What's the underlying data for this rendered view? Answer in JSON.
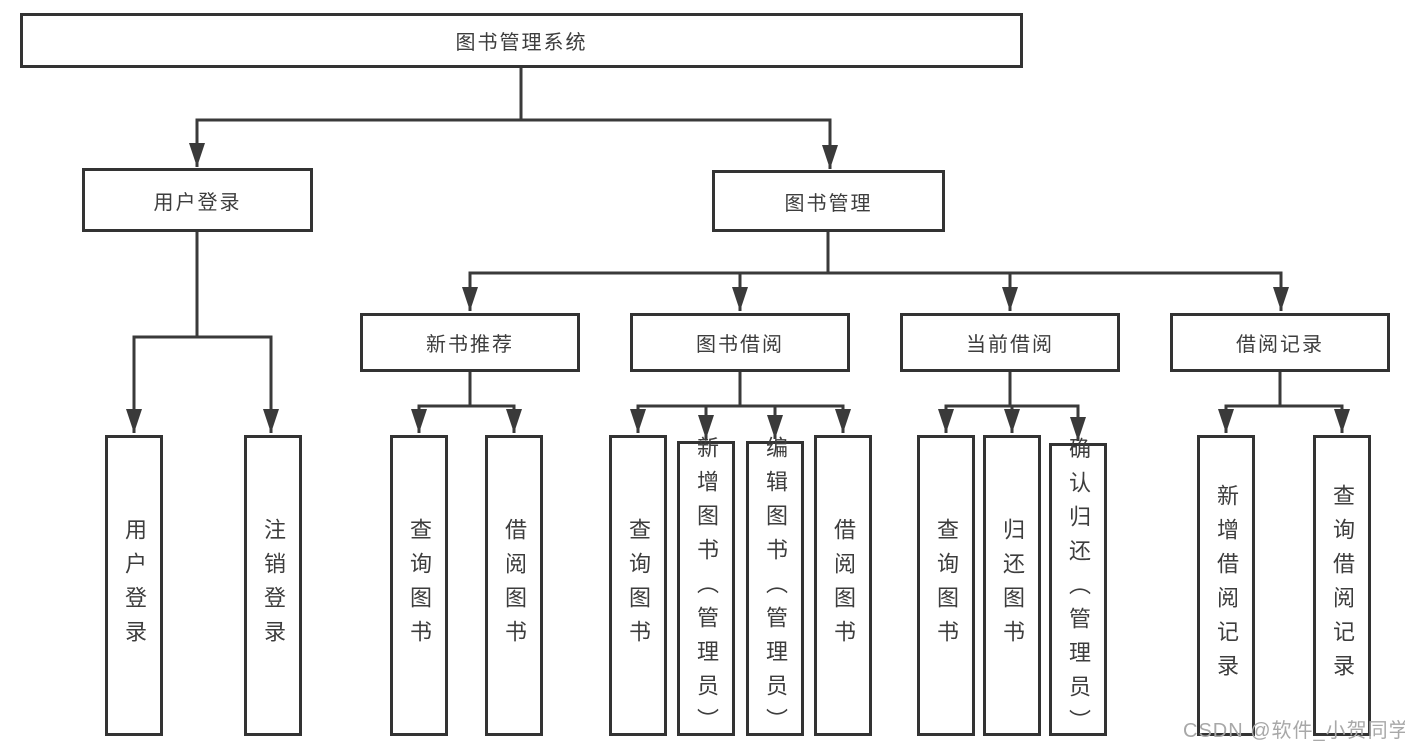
{
  "tree": {
    "label": "图书管理系统",
    "children": [
      {
        "label": "用户登录",
        "children": [
          {
            "label": "用户登录"
          },
          {
            "label": "注销登录"
          }
        ]
      },
      {
        "label": "图书管理",
        "children": [
          {
            "label": "新书推荐",
            "children": [
              {
                "label": "查询图书"
              },
              {
                "label": "借阅图书"
              }
            ]
          },
          {
            "label": "图书借阅",
            "children": [
              {
                "label": "查询图书"
              },
              {
                "label": "新增图书（管理员）"
              },
              {
                "label": "编辑图书（管理员）"
              },
              {
                "label": "借阅图书"
              }
            ]
          },
          {
            "label": "当前借阅",
            "children": [
              {
                "label": "查询图书"
              },
              {
                "label": "归还图书"
              },
              {
                "label": "确认归还（管理员）"
              }
            ]
          },
          {
            "label": "借阅记录",
            "children": [
              {
                "label": "新增借阅记录"
              },
              {
                "label": "查询借阅记录"
              }
            ]
          }
        ]
      }
    ]
  },
  "watermark": {
    "text": "CSDN @软件_小贺同学",
    "color": "#a8a8a8"
  },
  "colors": {
    "line": "#3a3a3a",
    "box_border": "#333333",
    "text": "#3d3d3d",
    "background": "#ffffff"
  }
}
